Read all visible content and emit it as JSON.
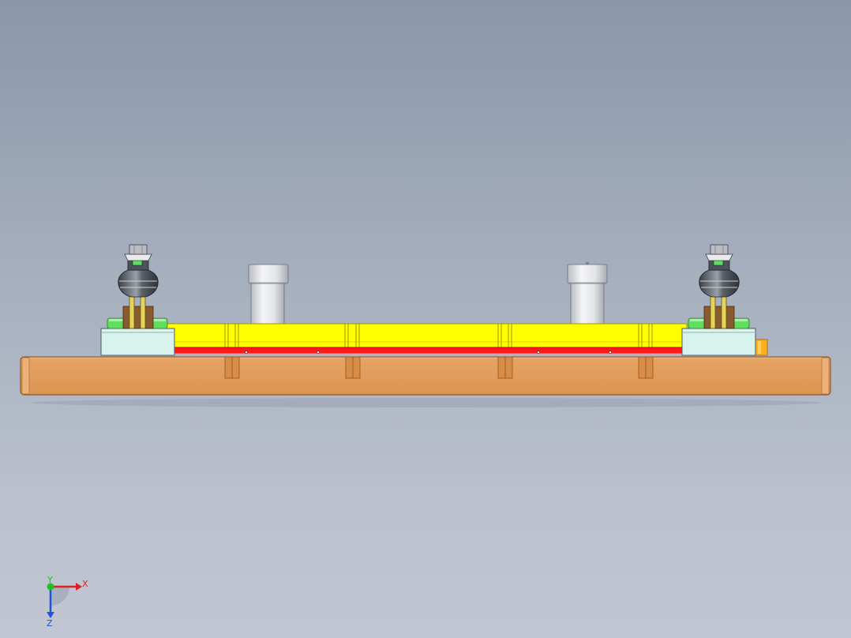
{
  "viewport": {
    "background_top": "#8a97aa",
    "background_bottom": "#c1c6d2"
  },
  "model": {
    "colors": {
      "base_plate": "#e09a58",
      "base_plate_edge": "#b87438",
      "die_block": "#ffff00",
      "die_edge": "#b8b800",
      "strip": "#ff1a1a",
      "guide_post": "#e9eaec",
      "guide_block": "#d8f2ee",
      "nitrogen_spring_green": "#5ee05e",
      "spring_body": "#4d5259",
      "spring_light": "#cfd3d8"
    }
  },
  "triad": {
    "x_label": "X",
    "y_label": "Y",
    "z_label": "Z",
    "x_color": "#e02020",
    "y_color": "#20c020",
    "z_color": "#2050e0"
  }
}
